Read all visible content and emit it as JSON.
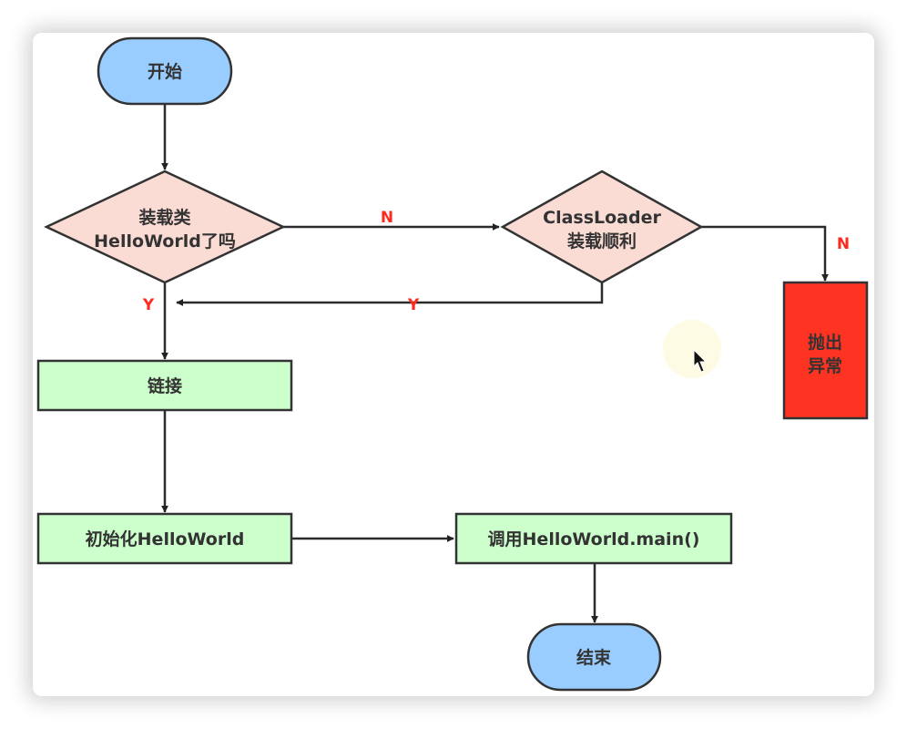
{
  "diagram": {
    "colors": {
      "terminal_fill": "#99ccff",
      "decision_fill": "#fadcd5",
      "process_fill": "#ccffcc",
      "error_fill": "#ff3322",
      "stroke": "#333333",
      "label_color": "#ff2a1f",
      "cursor_highlight": "#fdfbe3"
    },
    "nodes": {
      "start": {
        "type": "terminal",
        "label": "开始"
      },
      "check_loaded": {
        "type": "decision",
        "lines": [
          "装载类",
          "HelloWorld了吗"
        ]
      },
      "classloader": {
        "type": "decision",
        "lines": [
          "ClassLoader",
          "装载顺利"
        ]
      },
      "throw": {
        "type": "error",
        "lines": [
          "抛出",
          "异常"
        ]
      },
      "link": {
        "type": "process",
        "label": "链接"
      },
      "init": {
        "type": "process",
        "label": "初始化HelloWorld"
      },
      "invoke": {
        "type": "process",
        "label": "调用HelloWorld.main()"
      },
      "end": {
        "type": "terminal",
        "label": "结束"
      }
    },
    "edges": [
      {
        "from": "start",
        "to": "check_loaded",
        "label": ""
      },
      {
        "from": "check_loaded",
        "to": "classloader",
        "label": "N"
      },
      {
        "from": "classloader",
        "to": "throw",
        "label": "N"
      },
      {
        "from": "classloader",
        "to": "link",
        "label": "Y"
      },
      {
        "from": "check_loaded",
        "to": "link",
        "label": "Y"
      },
      {
        "from": "link",
        "to": "init",
        "label": ""
      },
      {
        "from": "init",
        "to": "invoke",
        "label": ""
      },
      {
        "from": "invoke",
        "to": "end",
        "label": ""
      }
    ]
  }
}
